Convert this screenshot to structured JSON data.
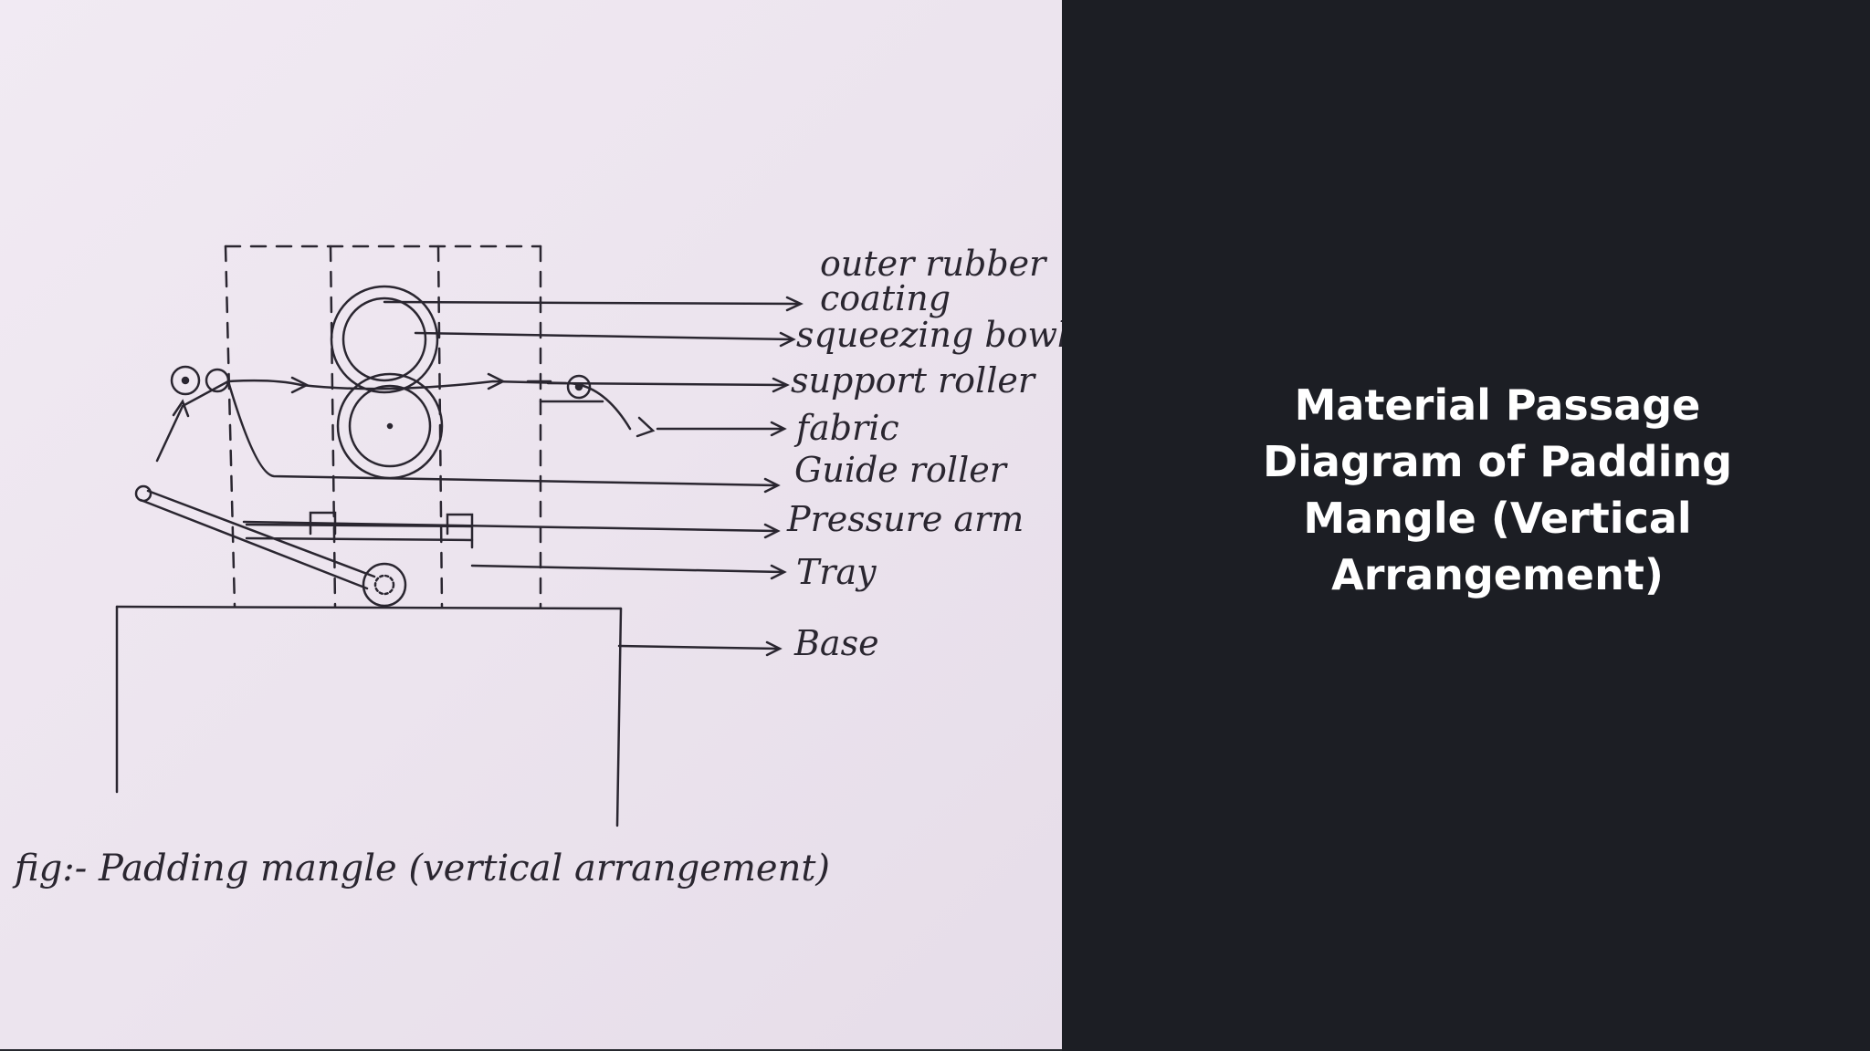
{
  "slide": {
    "title": "Material Passage Diagram of Padding Mangle (Vertical Arrangement)"
  },
  "diagram": {
    "labels": {
      "outer_rubber_line1": "outer rubber",
      "outer_rubber_line2": "coating",
      "squeezing_bowl": "squeezing bowl",
      "support_roller": "support roller",
      "fabric": "fabric",
      "guide_roller": "Guide roller",
      "pressure_arm": "Pressure arm",
      "tray": "Tray",
      "base": "Base"
    },
    "caption": "fig:- Padding mangle (vertical arrangement)"
  },
  "colors": {
    "paper": "#ece4ee",
    "ink": "#2a2630",
    "panel": "#1c1e24",
    "title_text": "#ffffff"
  }
}
